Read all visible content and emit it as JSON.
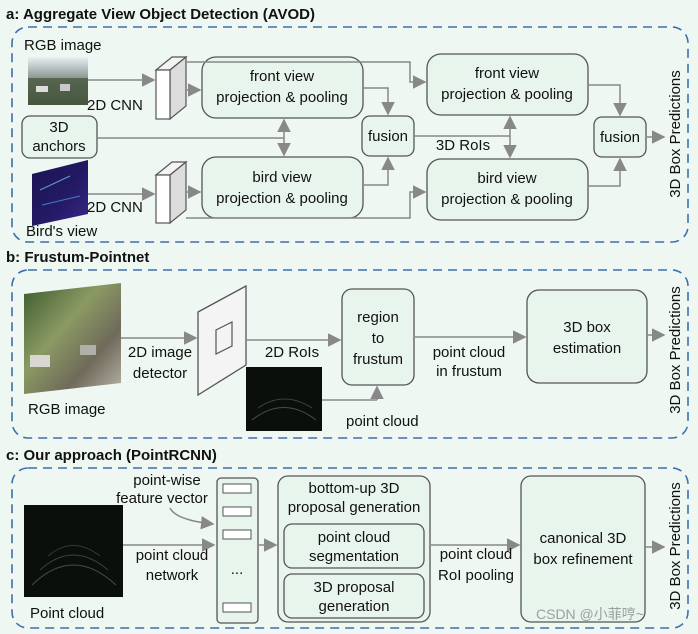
{
  "panels": {
    "a": {
      "title": "a: Aggregate View Object Detection (AVOD)",
      "rgb_image": "RGB image",
      "cnn_top": "2D CNN",
      "cnn_bottom": "2D CNN",
      "anchors_1": "3D",
      "anchors_2": "anchors",
      "birds_view": "Bird's view",
      "front_pool_1": "front view",
      "front_pool_2": "projection & pooling",
      "bird_pool_1": "bird view",
      "bird_pool_2": "projection & pooling",
      "fusion_1": "fusion",
      "rois": "3D RoIs",
      "front_pool2_1": "front view",
      "front_pool2_2": "projection & pooling",
      "bird_pool2_1": "bird view",
      "bird_pool2_2": "projection & pooling",
      "fusion_2": "fusion",
      "predictions": "3D Box Predictions"
    },
    "b": {
      "title": "b: Frustum-Pointnet",
      "rgb_image": "RGB image",
      "detector_1": "2D image",
      "detector_2": "detector",
      "rois": "2D RoIs",
      "point_cloud": "point cloud",
      "region_1": "region",
      "region_2": "to",
      "region_3": "frustum",
      "pc_frustum_1": "point cloud",
      "pc_frustum_2": "in frustum",
      "estimation_1": "3D box",
      "estimation_2": "estimation",
      "predictions": "3D Box Predictions"
    },
    "c": {
      "title": "c: Our approach (PointRCNN)",
      "pointwise_1": "point-wise",
      "pointwise_2": "feature vector",
      "point_cloud": "Point cloud",
      "network_1": "point cloud",
      "network_2": "network",
      "dots": "...",
      "bottom_up_1": "bottom-up 3D",
      "bottom_up_2": "proposal generation",
      "seg_1": "point cloud",
      "seg_2": "segmentation",
      "prop_1": "3D proposal",
      "prop_2": "generation",
      "roi_pool_1": "point cloud",
      "roi_pool_2": "RoI pooling",
      "refine_1": "canonical 3D",
      "refine_2": "box refinement",
      "predictions": "3D Box Predictions"
    }
  },
  "watermark": "CSDN @小菲哼~"
}
